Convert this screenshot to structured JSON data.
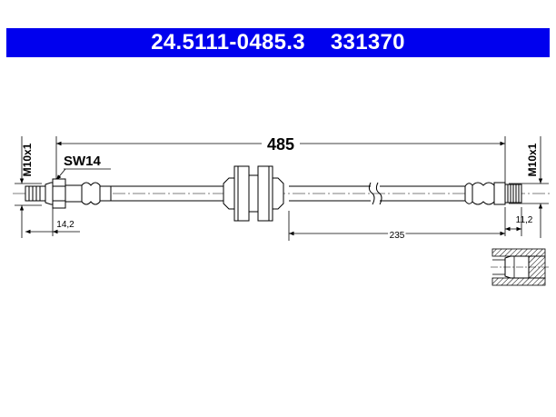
{
  "header": {
    "part_number": "24.5111-0485.3",
    "ref_number": "331370",
    "background_color": "#0000ee",
    "text_color": "#ffffff"
  },
  "dimensions": {
    "total_length": "485",
    "left_thread": "M10x1",
    "right_thread": "M10x1",
    "wrench_size": "SW14",
    "left_end_length": "14,2",
    "right_end_length": "11,2",
    "bracket_position": "235"
  }
}
